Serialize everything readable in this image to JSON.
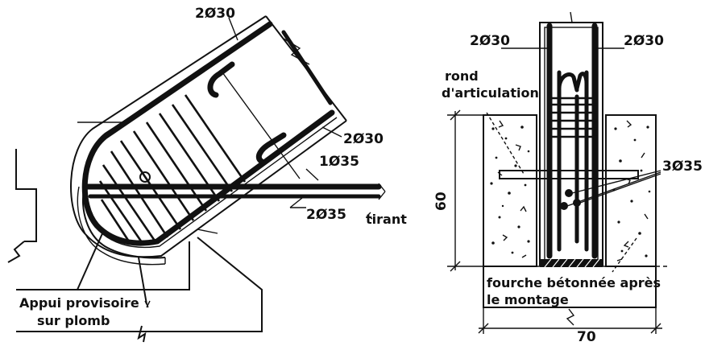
{
  "left_view": {
    "label_top_bars": "2Ø30",
    "label_side_bars": "2Ø30",
    "label_tie_single": "1Ø35",
    "label_tie_double": "2Ø35",
    "label_tie": "tirant",
    "label_support_line1": "Appui provisoire",
    "label_support_line2": "sur plomb"
  },
  "right_view": {
    "label_bars_left": "2Ø30",
    "label_bars_right": "2Ø30",
    "label_pivot_line1": "rond",
    "label_pivot_line2": "d'articulation",
    "label_pins": "3Ø35",
    "label_height": "60",
    "label_width": "70",
    "label_fork_line1": "fourche bétonnée après",
    "label_fork_line2": "le montage"
  }
}
